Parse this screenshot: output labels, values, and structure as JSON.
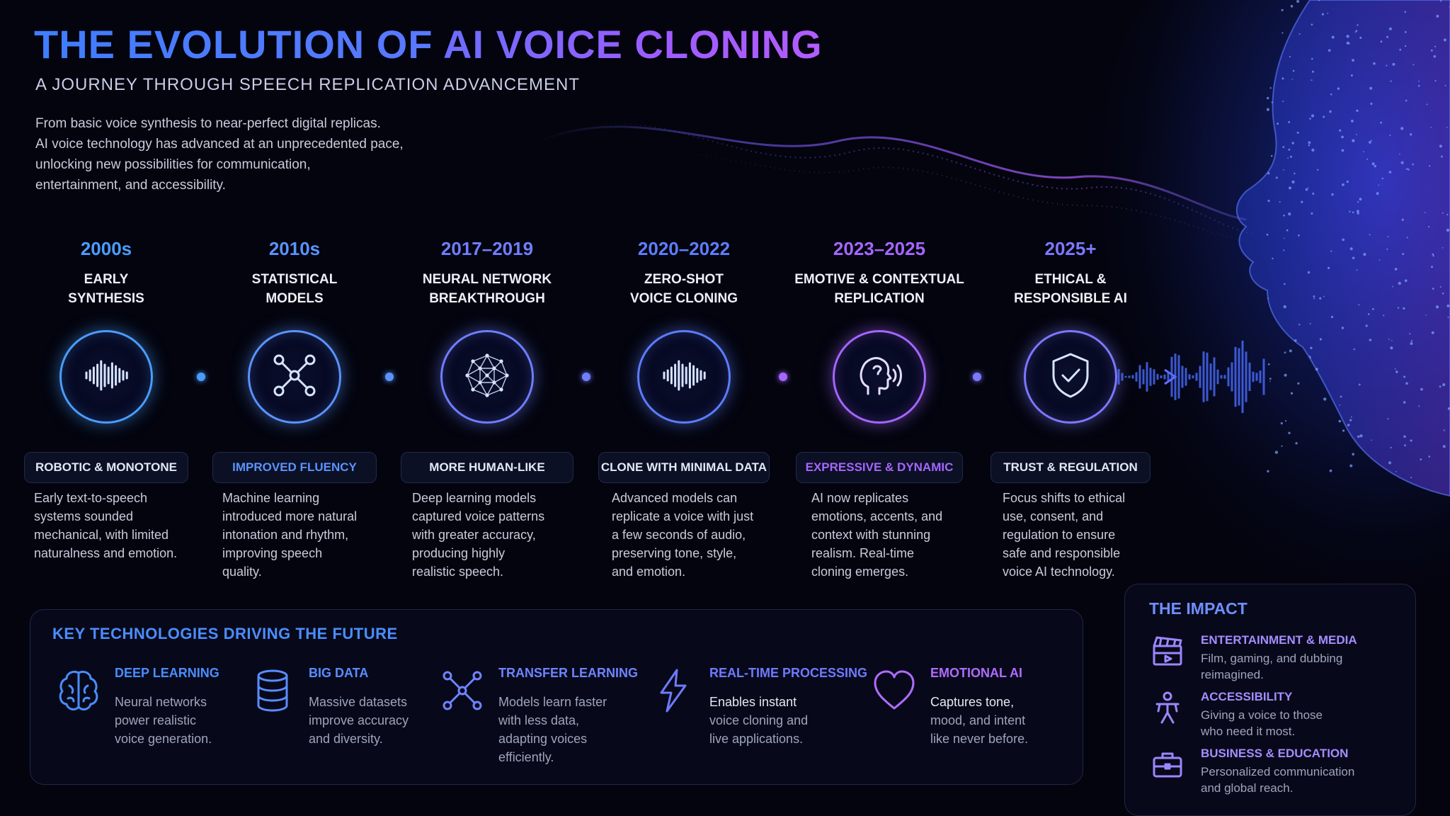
{
  "header": {
    "title_part1": "THE EVOLUTION OF",
    "title_part2": "AI VOICE CLONING",
    "subtitle": "A JOURNEY THROUGH SPEECH REPLICATION ADVANCEMENT",
    "intro_lines": [
      "From basic voice synthesis to near-perfect digital replicas.",
      "AI voice technology has advanced at an unprecedented pace,",
      "unlocking new possibilities for communication,",
      "entertainment, and accessibility."
    ]
  },
  "timeline": [
    {
      "year": "2000s",
      "label_lines": [
        "EARLY",
        "SYNTHESIS"
      ],
      "badge": "ROBOTIC & MONOTONE",
      "desc_lines": [
        "Early text-to-speech",
        "systems sounded",
        "mechanical, with limited",
        "naturalness and emotion."
      ],
      "icon": "waveform-icon",
      "color": "#4a9dff"
    },
    {
      "year": "2010s",
      "label_lines": [
        "STATISTICAL",
        "MODELS"
      ],
      "badge": "IMPROVED FLUENCY",
      "desc_lines": [
        "Machine learning",
        "introduced more natural",
        "intonation and rhythm,",
        "improving speech",
        "quality."
      ],
      "icon": "network-nodes-icon",
      "color": "#5a93ff"
    },
    {
      "year": "2017–2019",
      "label_lines": [
        "NEURAL NETWORK",
        "BREAKTHROUGH"
      ],
      "badge": "MORE HUMAN-LIKE",
      "desc_lines": [
        "Deep learning models",
        "captured voice patterns",
        "with greater accuracy,",
        "producing highly",
        "realistic speech."
      ],
      "icon": "neural-mesh-icon",
      "color": "#6f7eff"
    },
    {
      "year": "2020–2022",
      "label_lines": [
        "ZERO-SHOT",
        "VOICE CLONING"
      ],
      "badge": "CLONE WITH MINIMAL DATA",
      "desc_lines": [
        "Advanced models can",
        "replicate a voice with just",
        "a few seconds of audio,",
        "preserving tone, style,",
        "and emotion."
      ],
      "icon": "waveform-icon",
      "color": "#5d7dff"
    },
    {
      "year": "2023–2025",
      "label_lines": [
        "EMOTIVE & CONTEXTUAL",
        "REPLICATION"
      ],
      "badge": "EXPRESSIVE & DYNAMIC",
      "desc_lines": [
        "AI now replicates",
        "emotions, accents, and",
        "context with stunning",
        "realism. Real-time",
        "cloning emerges."
      ],
      "icon": "speaking-head-icon",
      "color": "#a566ff"
    },
    {
      "year": "2025+",
      "label_lines": [
        "ETHICAL &",
        "RESPONSIBLE AI"
      ],
      "badge": "TRUST & REGULATION",
      "desc_lines": [
        "Focus shifts to ethical",
        "use, consent, and",
        "regulation to ensure",
        "safe and responsible",
        "voice AI technology."
      ],
      "icon": "shield-check-icon",
      "color": "#7d78ff"
    }
  ],
  "key_technologies": {
    "title": "KEY TECHNOLOGIES DRIVING THE FUTURE",
    "items": [
      {
        "title": "DEEP LEARNING",
        "desc_lines": [
          "Neural networks",
          "power realistic",
          "voice generation."
        ],
        "icon": "brain-icon",
        "color": "#4a8dff"
      },
      {
        "title": "BIG DATA",
        "desc_lines": [
          "Massive datasets",
          "improve accuracy",
          "and diversity."
        ],
        "icon": "database-icon",
        "color": "#5a8dff"
      },
      {
        "title": "TRANSFER LEARNING",
        "desc_lines": [
          "Models learn faster",
          "with less data,",
          "adapting voices",
          "efficiently."
        ],
        "icon": "nodes-icon",
        "color": "#6f84ff"
      },
      {
        "title": "REAL-TIME PROCESSING",
        "desc_lines": [
          "Enables instant",
          "voice cloning and",
          "live applications."
        ],
        "icon": "lightning-icon",
        "color": "#6f7aff"
      },
      {
        "title": "EMOTIONAL AI",
        "desc_lines": [
          "Captures tone,",
          "mood, and intent",
          "like never before."
        ],
        "icon": "heart-icon",
        "color": "#b06bff"
      }
    ]
  },
  "impact": {
    "title": "THE IMPACT",
    "items": [
      {
        "title": "ENTERTAINMENT & MEDIA",
        "desc_lines": [
          "Film, gaming, and dubbing",
          "reimagined."
        ],
        "icon": "clapperboard-icon"
      },
      {
        "title": "ACCESSIBILITY",
        "desc_lines": [
          "Giving a voice to those",
          "who need it most."
        ],
        "icon": "person-icon"
      },
      {
        "title": "BUSINESS & EDUCATION",
        "desc_lines": [
          "Personalized communication",
          "and global reach."
        ],
        "icon": "briefcase-icon"
      }
    ]
  },
  "colors": {
    "background": "#03040e",
    "accent_blue": "#4a8dff",
    "accent_purple": "#a566ff"
  }
}
